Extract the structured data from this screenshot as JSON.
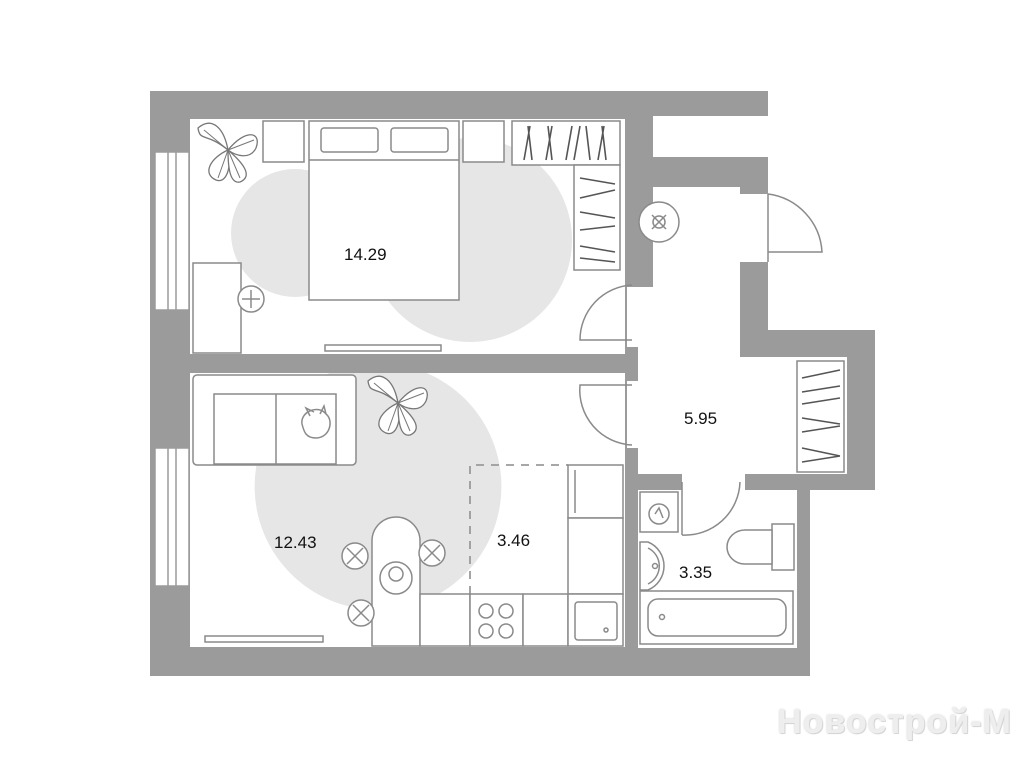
{
  "rooms": {
    "bedroom": {
      "area": "14.29"
    },
    "living_room": {
      "area": "12.43"
    },
    "kitchen": {
      "area": "3.46"
    },
    "hallway": {
      "area": "5.95"
    },
    "bathroom": {
      "area": "3.35"
    }
  },
  "watermark": {
    "text": "Новострой-М"
  },
  "colors": {
    "wall": "#9b9b9b",
    "zone": "#e6e6e6",
    "furniture_stroke": "#8a8a8a",
    "background": "#ffffff"
  },
  "icons": [
    "plant-icon",
    "chair-icon",
    "lamp-icon",
    "stove-icon",
    "sink-icon",
    "toilet-icon",
    "bathtub-icon",
    "washing-machine-icon",
    "wardrobe-icon",
    "cat-icon"
  ]
}
